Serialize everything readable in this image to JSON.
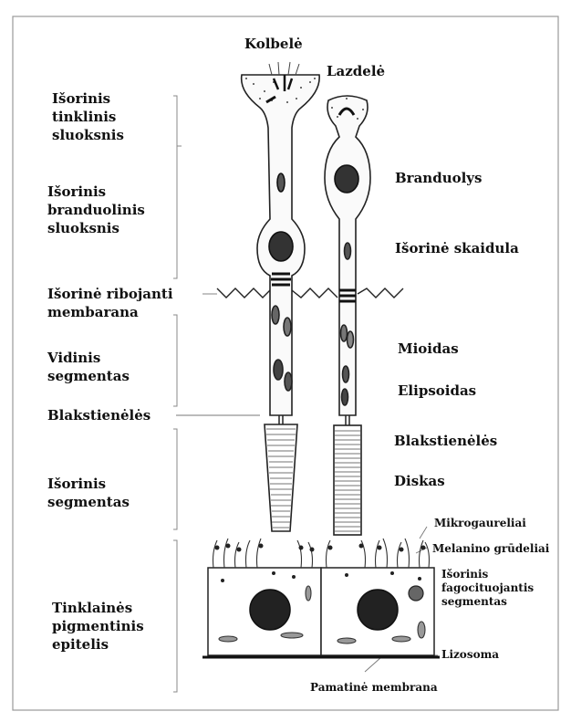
{
  "top": {
    "kolbele": "Kolbelė",
    "lazdele": "Lazdelė"
  },
  "left": {
    "outer_plexiform": [
      "Išorinis",
      "tinklinis",
      "sluoksnis"
    ],
    "outer_nuclear": [
      "Išorinis",
      "branduolinis",
      "sluoksnis"
    ],
    "olm": [
      "Išorinė ribojanti",
      "membarana"
    ],
    "inner_segment": [
      "Vidinis",
      "segmentas"
    ],
    "cilia": "Blakstienėlės",
    "outer_segment": [
      "Išorinis",
      "segmentas"
    ],
    "rpe": [
      "Tinklainės",
      "pigmentinis",
      "epitelis"
    ]
  },
  "right": {
    "nucleus": "Branduolys",
    "outer_fiber": "Išorinė skaidula",
    "myoid": "Mioidas",
    "ellipsoid": "Elipsoidas",
    "cilia": "Blakstienėlės",
    "disc": "Diskas",
    "microvilli": "Mikrogaureliai",
    "melanin": "Melanino grūdeliai",
    "phagocytic": [
      "Išorinis",
      "fagocituojantis",
      "segmentas"
    ],
    "lysosome": "Lizosoma",
    "basement": "Pamatinė membrana"
  }
}
